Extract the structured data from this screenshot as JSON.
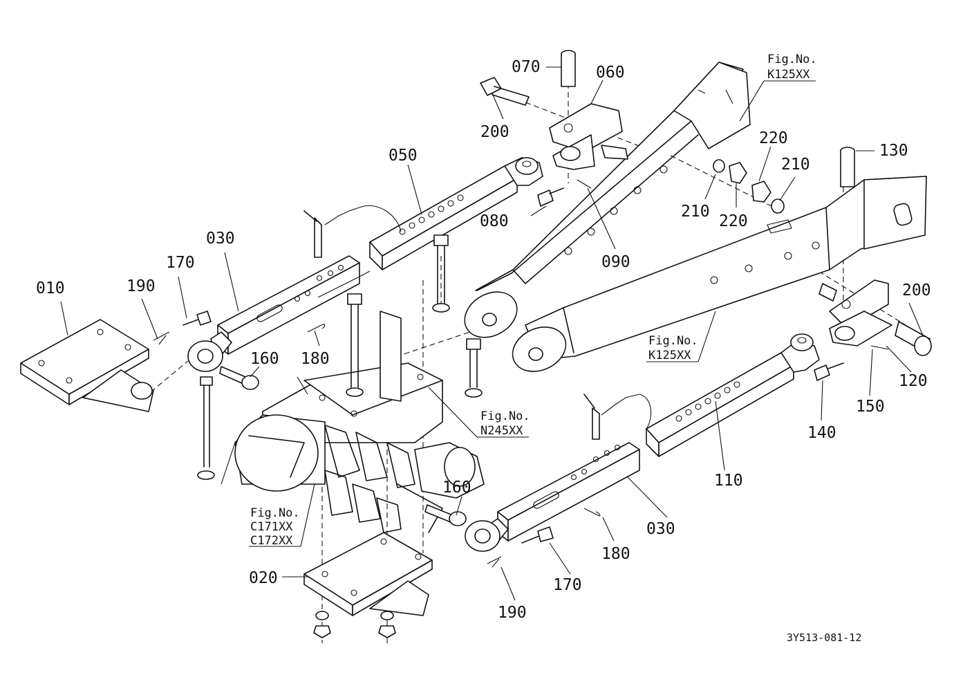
{
  "parts": [
    {
      "id": "p010",
      "label": "010"
    },
    {
      "id": "p020",
      "label": "020"
    },
    {
      "id": "p030a",
      "label": "030"
    },
    {
      "id": "p030b",
      "label": "030"
    },
    {
      "id": "p050",
      "label": "050"
    },
    {
      "id": "p060",
      "label": "060"
    },
    {
      "id": "p070",
      "label": "070"
    },
    {
      "id": "p080",
      "label": "080"
    },
    {
      "id": "p090",
      "label": "090"
    },
    {
      "id": "p110",
      "label": "110"
    },
    {
      "id": "p120",
      "label": "120"
    },
    {
      "id": "p130",
      "label": "130"
    },
    {
      "id": "p140",
      "label": "140"
    },
    {
      "id": "p150",
      "label": "150"
    },
    {
      "id": "p160a",
      "label": "160"
    },
    {
      "id": "p160b",
      "label": "160"
    },
    {
      "id": "p170a",
      "label": "170"
    },
    {
      "id": "p170b",
      "label": "170"
    },
    {
      "id": "p180a",
      "label": "180"
    },
    {
      "id": "p180b",
      "label": "180"
    },
    {
      "id": "p190a",
      "label": "190"
    },
    {
      "id": "p190b",
      "label": "190"
    },
    {
      "id": "p200a",
      "label": "200"
    },
    {
      "id": "p200b",
      "label": "200"
    },
    {
      "id": "p210a",
      "label": "210"
    },
    {
      "id": "p210b",
      "label": "210"
    },
    {
      "id": "p220a",
      "label": "220"
    },
    {
      "id": "p220b",
      "label": "220"
    }
  ],
  "figure_refs": [
    {
      "id": "ref-k125-top",
      "lines": [
        "Fig.No.",
        "K125XX"
      ]
    },
    {
      "id": "ref-k125-mid",
      "lines": [
        "Fig.No.",
        "K125XX"
      ]
    },
    {
      "id": "ref-n245",
      "lines": [
        "Fig.No.",
        "N245XX"
      ]
    },
    {
      "id": "ref-c171",
      "lines": [
        "Fig.No.",
        "C171XX",
        "C172XX"
      ]
    }
  ],
  "drawing_code": "3Y513-081-12"
}
